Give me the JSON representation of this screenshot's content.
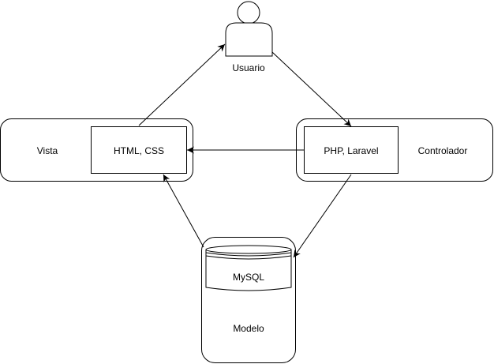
{
  "diagram": {
    "user": {
      "label": "Usuario"
    },
    "view": {
      "label": "Vista",
      "inner_label": "HTML, CSS"
    },
    "controller": {
      "label": "Controlador",
      "inner_label": "PHP, Laravel"
    },
    "model": {
      "label": "Modelo",
      "db_label": "MySQL"
    }
  },
  "colors": {
    "stroke": "#000000",
    "fill": "#ffffff",
    "text": "#000000"
  }
}
